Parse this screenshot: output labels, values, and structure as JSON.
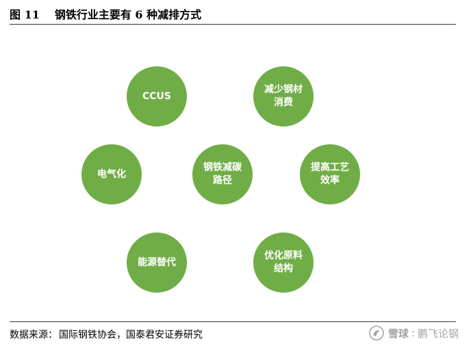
{
  "figure": {
    "number": "图 11",
    "title": "钢铁行业主要有 6 种减排方式"
  },
  "diagram": {
    "center": "钢铁减碳路径",
    "nodes": {
      "ccus": "CCUS",
      "reduce_steel": "减少钢材消费",
      "electrification": "电气化",
      "process": "提高工艺效率",
      "energy": "能源替代",
      "raw_material": "优化原料结构"
    }
  },
  "source": {
    "label": "数据来源：",
    "text": "国际钢铁协会，国泰君安证券研究"
  },
  "watermark": {
    "brand": "雪球",
    "separator": ":",
    "author": "鹏飞论钢"
  },
  "colors": {
    "node_fill": "#70ad47",
    "node_text": "#ffffff",
    "watermark": "#9a9a9a"
  }
}
